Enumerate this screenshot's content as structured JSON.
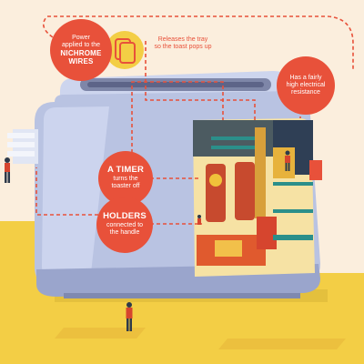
{
  "callouts": {
    "nichrome": {
      "line1": "Power",
      "line2": "applied to the",
      "bold": "NICHROME WIRES"
    },
    "tray": {
      "line1": "Releases the tray",
      "line2": "so the toast pops up"
    },
    "resistance": {
      "line1": "Has a fairly",
      "line2": "high electrical",
      "line3": "resistance"
    },
    "timer": {
      "bold": "A TIMER",
      "line1": "turns the",
      "line2": "toaster off"
    },
    "holders": {
      "bold": "HOLDERS",
      "line1": "connected to",
      "line2": "the handle"
    }
  },
  "colors": {
    "background": "#fbeedd",
    "callout": "#e8513a",
    "toaster_body": "#b9c3e2",
    "floor": "#f3ce45",
    "factory_bg": "#f6e2a4"
  },
  "icons": [
    "toast-slice-icon"
  ]
}
